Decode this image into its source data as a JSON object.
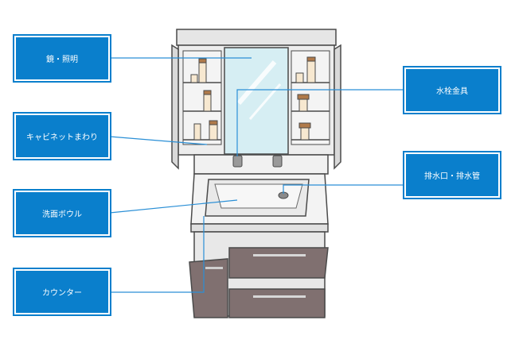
{
  "labels": {
    "mirror_lighting": "鏡・照明",
    "cabinet_shelves": "キャビネットまわり",
    "washbowl": "洗面ボウル",
    "counter": "カウンター",
    "faucet": "水栓金具",
    "drain": "排水口・排水管"
  },
  "colors": {
    "label_bg": "#0a7fcc",
    "leader_line": "#2a8fd6",
    "cabinet_body": "#e6e6e6",
    "cabinet_door": "#807070",
    "mirror": "#d6eef3",
    "outline": "#4a4a4a"
  }
}
